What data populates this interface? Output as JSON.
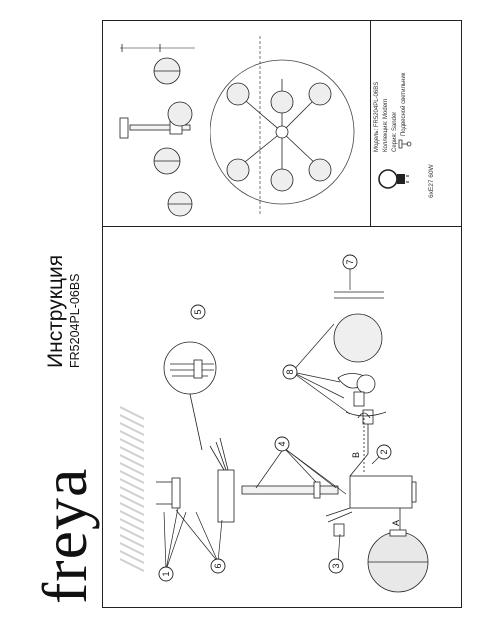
{
  "header": {
    "brand": "freya",
    "title": "Инструкция",
    "model": "FR5204PL-06BS"
  },
  "spec": {
    "model_label": "Модель:",
    "model_value": "FR5204PL-06BS",
    "collection_label": "Коллекция:",
    "collection_value": "Modern",
    "series_label": "Серия:",
    "series_value": "Sander",
    "type_value": "Подвесной светильник",
    "bulb": "6xE27 60W"
  },
  "callouts": {
    "n1": "1",
    "n2": "2",
    "n3": "3",
    "n4": "4",
    "n5": "5",
    "n6": "6",
    "n7": "7",
    "n8": "8",
    "a": "A",
    "b": "B"
  },
  "colors": {
    "ink": "#222222",
    "gray": "#9a9a9a",
    "glass": "#e6e6e6"
  }
}
